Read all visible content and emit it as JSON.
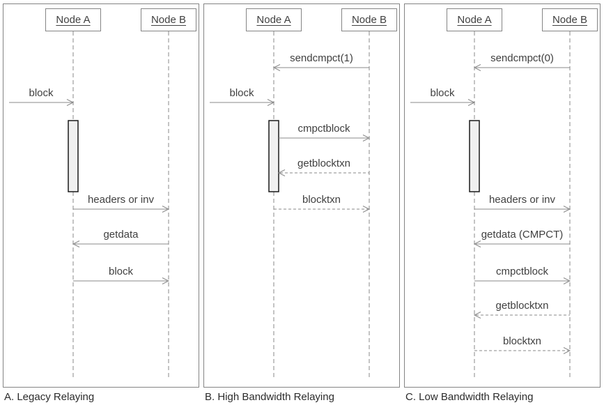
{
  "diagram": {
    "title": "Compact block relay sequence diagrams",
    "panels": [
      {
        "caption": "A. Legacy Relaying",
        "actors": [
          "Node A",
          "Node B"
        ],
        "messages": [
          {
            "label": "block",
            "from": "external",
            "to": "Node A",
            "line": "solid",
            "direction": "right"
          },
          {
            "label": "headers or inv",
            "from": "Node A",
            "to": "Node B",
            "line": "solid",
            "direction": "right"
          },
          {
            "label": "getdata",
            "from": "Node B",
            "to": "Node A",
            "line": "solid",
            "direction": "left"
          },
          {
            "label": "block",
            "from": "Node A",
            "to": "Node B",
            "line": "solid",
            "direction": "right"
          }
        ]
      },
      {
        "caption": "B. High Bandwidth Relaying",
        "actors": [
          "Node A",
          "Node B"
        ],
        "messages": [
          {
            "label": "sendcmpct(1)",
            "from": "Node B",
            "to": "Node A",
            "line": "solid",
            "direction": "left"
          },
          {
            "label": "block",
            "from": "external",
            "to": "Node A",
            "line": "solid",
            "direction": "right"
          },
          {
            "label": "cmpctblock",
            "from": "Node A",
            "to": "Node B",
            "line": "solid",
            "direction": "right"
          },
          {
            "label": "getblocktxn",
            "from": "Node B",
            "to": "Node A",
            "line": "dashed",
            "direction": "left"
          },
          {
            "label": "blocktxn",
            "from": "Node A",
            "to": "Node B",
            "line": "dashed",
            "direction": "right"
          }
        ]
      },
      {
        "caption": "C. Low Bandwidth Relaying",
        "actors": [
          "Node A",
          "Node B"
        ],
        "messages": [
          {
            "label": "sendcmpct(0)",
            "from": "Node B",
            "to": "Node A",
            "line": "solid",
            "direction": "left"
          },
          {
            "label": "block",
            "from": "external",
            "to": "Node A",
            "line": "solid",
            "direction": "right"
          },
          {
            "label": "headers or inv",
            "from": "Node A",
            "to": "Node B",
            "line": "solid",
            "direction": "right"
          },
          {
            "label": "getdata (CMPCT)",
            "from": "Node B",
            "to": "Node A",
            "line": "solid",
            "direction": "left"
          },
          {
            "label": "cmpctblock",
            "from": "Node A",
            "to": "Node B",
            "line": "solid",
            "direction": "right"
          },
          {
            "label": "getblocktxn",
            "from": "Node B",
            "to": "Node A",
            "line": "dashed",
            "direction": "left"
          },
          {
            "label": "blocktxn",
            "from": "Node A",
            "to": "Node B",
            "line": "dashed",
            "direction": "right"
          }
        ]
      }
    ],
    "colors": {
      "line": "#8a8a8a",
      "label_text": "#404040",
      "caption_text": "#2b2b2b",
      "activation_fill": "#f0f0f0",
      "activation_border": "#1a1a1a",
      "box_border": "#848484"
    }
  }
}
